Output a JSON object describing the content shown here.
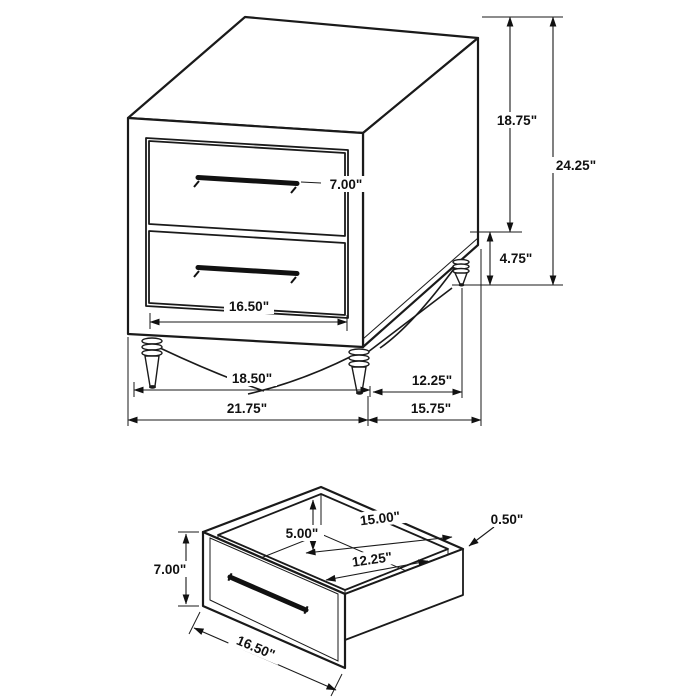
{
  "page": {
    "background": "#ffffff",
    "line_color": "#1a1a1a",
    "description": "Two-drawer nightstand dimension diagram with exploded drawer view"
  },
  "nightstand_view": {
    "name": "nightstand two-drawer isometric view",
    "dims": {
      "handle_length": "7.00\"",
      "upper_height": "18.75\"",
      "overall_height": "24.25\"",
      "leg_height": "4.75\"",
      "drawer_front_width": "16.50\"",
      "leg_span_width": "18.50\"",
      "leg_span_depth": "12.25\"",
      "overall_width": "21.75\"",
      "overall_depth": "15.75\""
    }
  },
  "drawer_view": {
    "name": "drawer interior isometric view",
    "dims": {
      "front_height": "7.00\"",
      "interior_height": "5.00\"",
      "interior_width": "15.00\"",
      "wall_thickness": "0.50\"",
      "interior_depth": "12.25\"",
      "front_width": "16.50\""
    }
  }
}
